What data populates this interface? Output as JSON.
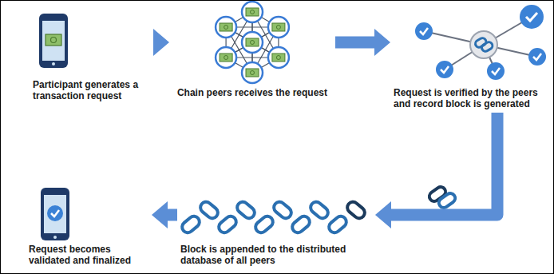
{
  "diagram": {
    "nodes": [
      {
        "text": [
          "Participant generates a transaction request"
        ]
      },
      {
        "text": [
          "Chain peers receives the request"
        ]
      },
      {
        "text": [
          "Request is verified by the peers and record block is generated"
        ]
      },
      {
        "text": [
          "Block is appended to the distributed database of all peers"
        ]
      },
      {
        "text": [
          "Request becomes validated and finalized"
        ]
      }
    ],
    "edges": [
      {
        "from": 0,
        "to": 1,
        "arrow": "to"
      },
      {
        "from": 1,
        "to": 2,
        "arrow": "to"
      },
      {
        "from": 2,
        "to": 3,
        "arrow": "to"
      },
      {
        "from": 3,
        "to": 4,
        "arrow": "to"
      }
    ]
  }
}
